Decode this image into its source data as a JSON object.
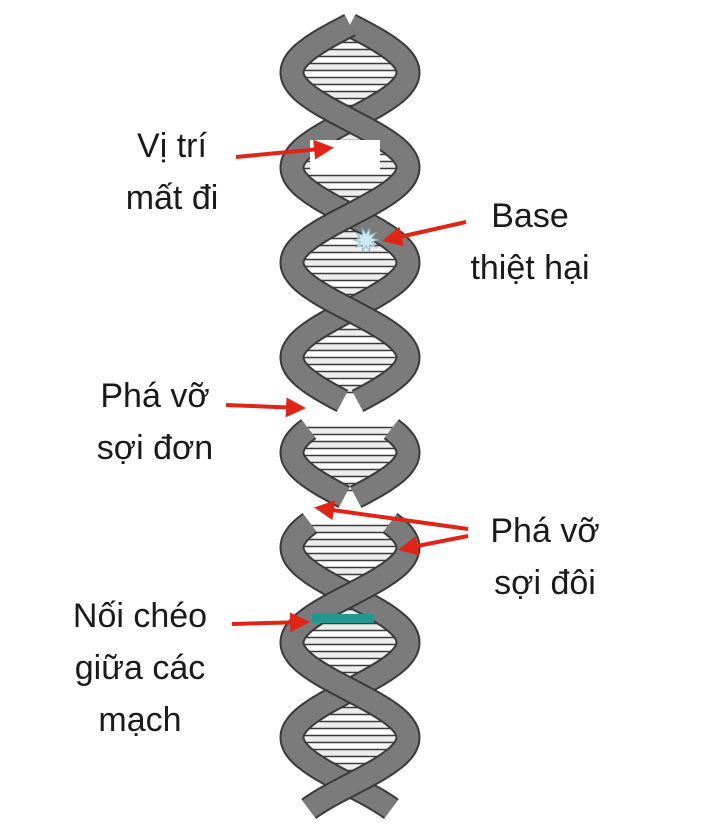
{
  "colors": {
    "backbone": "#7b7b7b",
    "backbone_outline": "#3a3a3a",
    "rung": "#ededed",
    "arrow": "#e02418",
    "damaged_base": "#cfe8ef",
    "crosslink": "#1e9a93"
  },
  "labels": {
    "missing_site": {
      "line1": "Vị trí",
      "line2": "mất đi"
    },
    "damaged_base": {
      "line1": "Base",
      "line2": "thiệt hại"
    },
    "single_break": {
      "line1": "Phá vỡ",
      "line2": "sợi đơn"
    },
    "double_break": {
      "line1": "Phá vỡ",
      "line2": "sợi đôi"
    },
    "crosslink": {
      "line1": "Nối chéo",
      "line2": "giữa các",
      "line3": "mạch"
    }
  }
}
